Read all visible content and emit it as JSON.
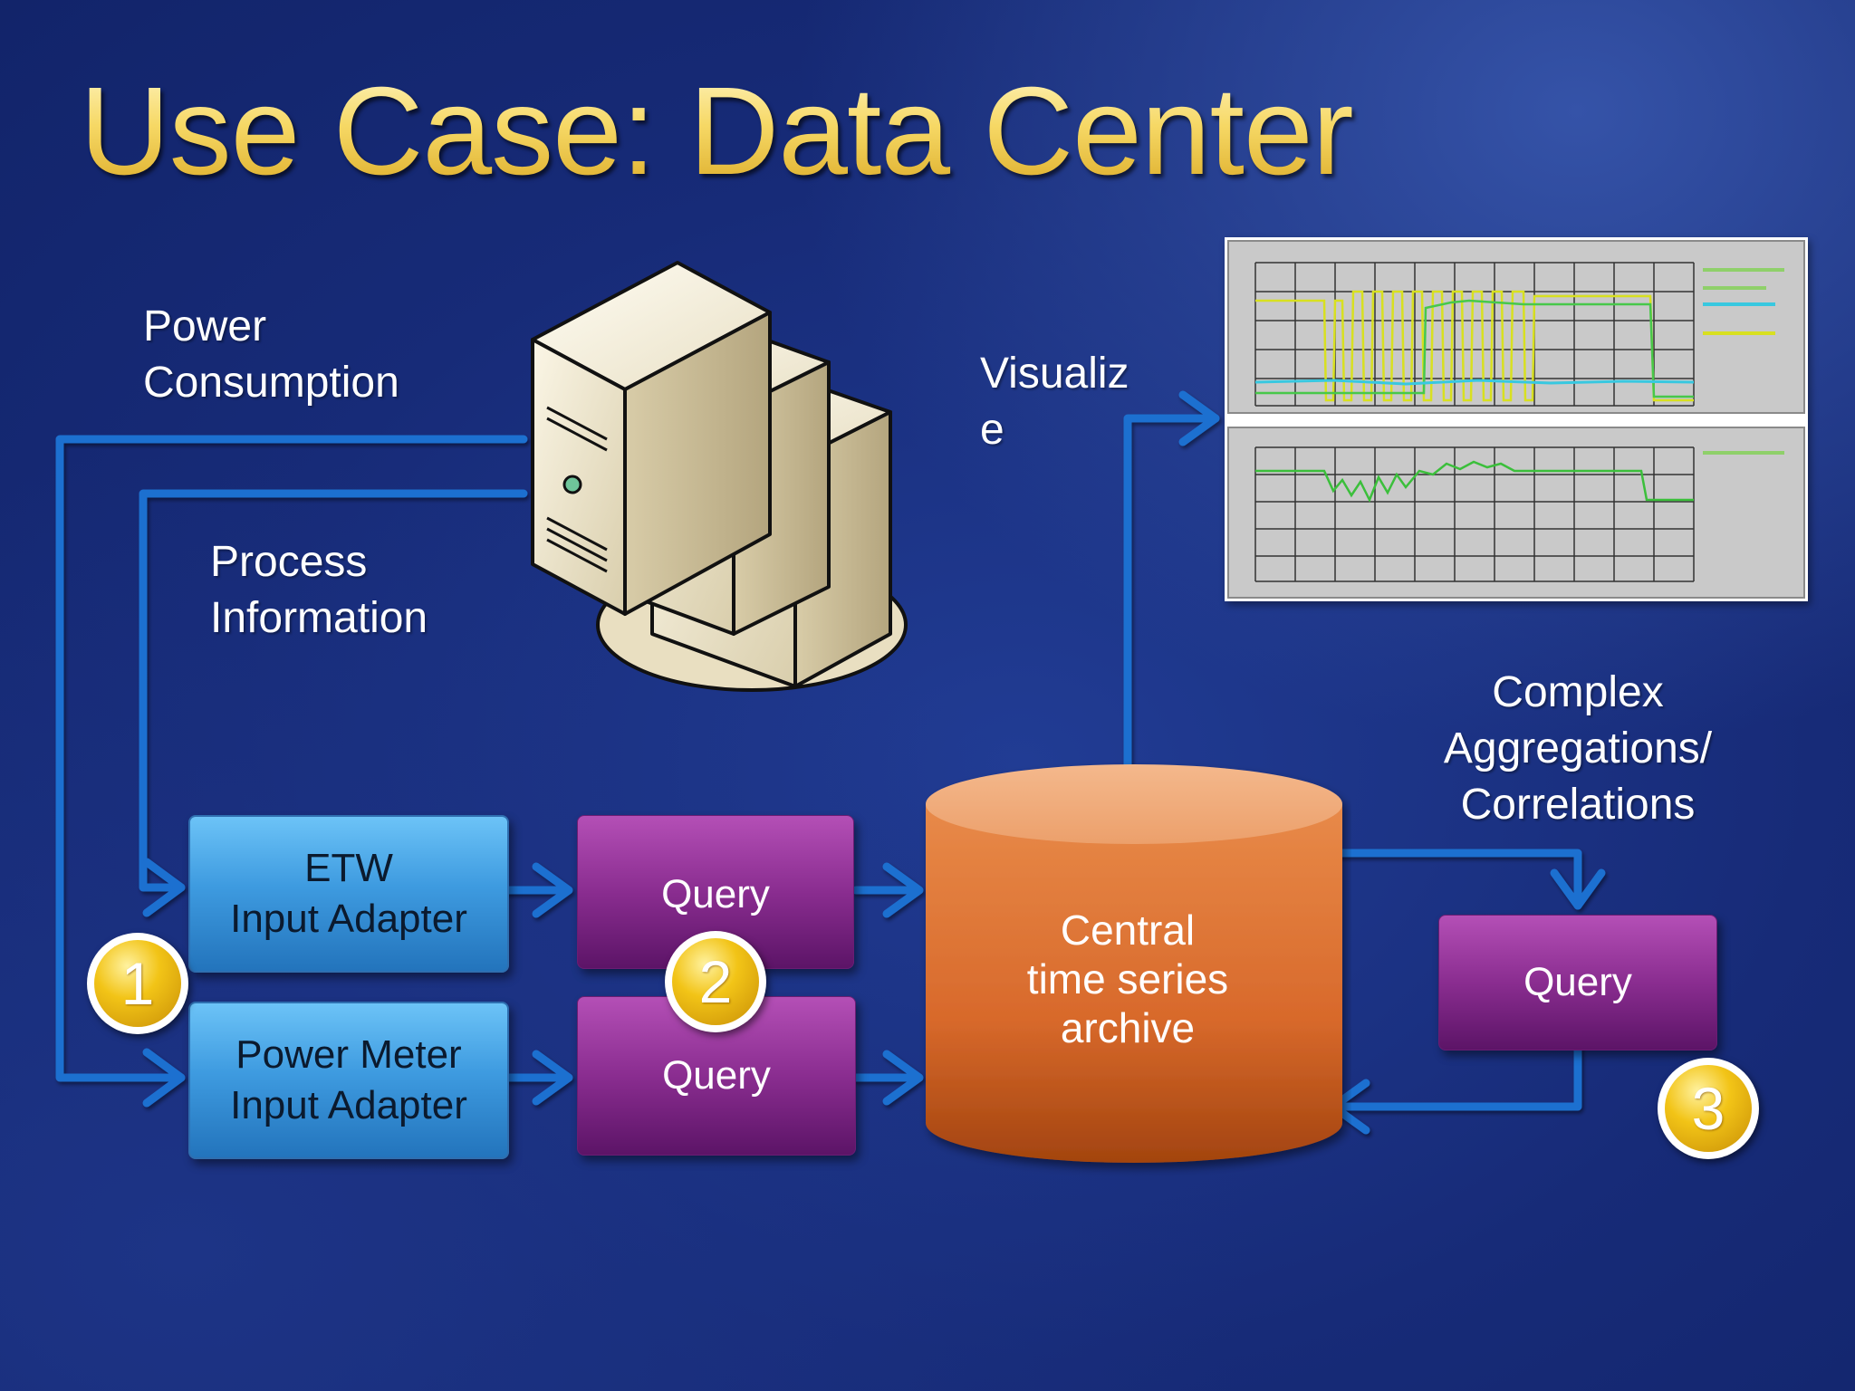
{
  "slide": {
    "title": "Use Case: Data Center"
  },
  "labels": {
    "power_consumption": [
      "Power",
      "Consumption"
    ],
    "process_information": [
      "Process",
      "Information"
    ],
    "visualize": [
      "Visualiz",
      "e"
    ],
    "complex": [
      "Complex",
      "Aggregations/",
      "Correlations"
    ]
  },
  "boxes": {
    "etw_adapter": [
      "ETW",
      "Input Adapter"
    ],
    "power_meter_adapter": [
      "Power Meter",
      "Input Adapter"
    ],
    "query_top": "Query",
    "query_bottom": "Query",
    "query_right": "Query"
  },
  "archive": [
    "Central",
    "time series",
    "archive"
  ],
  "badges": [
    "1",
    "2",
    "3"
  ],
  "colors": {
    "title_gold": "#f2cf55",
    "connector_blue": "#1f6fd0",
    "adapter_blue": "#3e9be0",
    "query_purple": "#8a2d90",
    "archive_orange": "#de7131",
    "badge_gold": "#f2c417"
  },
  "icons": {
    "server": "server-stack-icon",
    "chart": "monitoring-chart-screenshot"
  }
}
